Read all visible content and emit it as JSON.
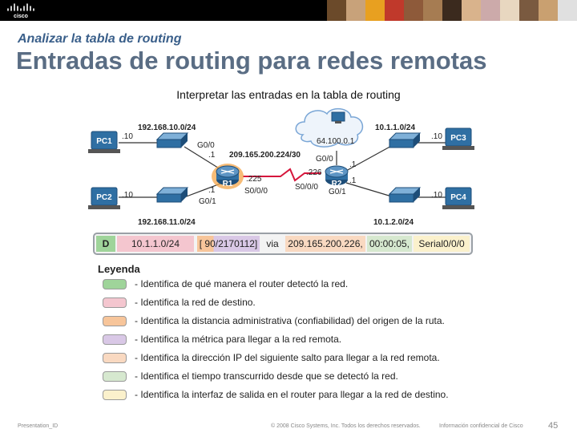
{
  "header": {
    "logo_text": "cisco",
    "photo_colors": [
      "#6b4a2a",
      "#c8a27a",
      "#e8a020",
      "#c0392b",
      "#8e5a3a",
      "#a67c52",
      "#3b2a1e",
      "#d9b38c",
      "#caa",
      "#e8d7c0",
      "#7a5a40",
      "#c9a070",
      "#e0e0e0"
    ]
  },
  "slide": {
    "subtitle": "Analizar la tabla de routing",
    "title": "Entradas de routing para redes remotas",
    "caption": "Interpretar las entradas en la tabla de routing"
  },
  "topology": {
    "pc1": "PC1",
    "pc2": "PC2",
    "pc3": "PC3",
    "pc4": "PC4",
    "r1": "R1",
    "r2": "R2",
    "net_pc1": "192.168.10.0/24",
    "net_pc2": "192.168.11.0/24",
    "net_pc3": "10.1.1.0/24",
    "net_pc4": "10.1.2.0/24",
    "net_wan": "209.165.200.224/30",
    "internet": "64.100.0.1",
    "host_pc1": ".10",
    "host_pc2": ".10",
    "host_pc3": ".10",
    "host_pc4": ".10",
    "r1_g00": "G0/0",
    "r1_g00_ip": ".1",
    "r1_g01": "G0/1",
    "r1_g01_ip": ".1",
    "r1_s000": "S0/0/0",
    "r1_s_ip": ".225",
    "r2_s000": "S0/0/0",
    "r2_s_ip": ".226",
    "r2_g00": "G0/0",
    "r2_g00_ip": ".1",
    "r2_g01": "G0/1",
    "r2_g01_ip": ".1"
  },
  "route_entry": {
    "source": "D",
    "network": "10.1.1.0/24",
    "metrics": "[ 90/2170112]",
    "via": "via",
    "next_hop": "209.165.200.226,",
    "timer": "00:00:05,",
    "interface": "Serial0/0/0"
  },
  "legend": {
    "title": "Leyenda",
    "items": [
      {
        "color": "#9fd49a",
        "text": "- Identifica de qué manera el router detectó la red."
      },
      {
        "color": "#f4c6cf",
        "text": "- Identifica la red de destino."
      },
      {
        "color": "#f7c59a",
        "text": "- Identifica la distancia administrativa (confiabilidad) del origen de la ruta."
      },
      {
        "color": "#d9c8e6",
        "text": "- Identifica la métrica para llegar a la red remota."
      },
      {
        "color": "#f9d9c1",
        "text": "- Identifica la dirección IP del siguiente salto para llegar a la red remota."
      },
      {
        "color": "#d6e8cf",
        "text": "- Identifica el tiempo transcurrido desde que se detectó la red."
      },
      {
        "color": "#fbf1cc",
        "text": "- Identifica la interfaz de salida en el router para llegar a la red de destino."
      }
    ]
  },
  "footer": {
    "left": "Presentation_ID",
    "center": "© 2008 Cisco Systems, Inc. Todos los derechos reservados.",
    "right": "Información confidencial de Cisco",
    "page": "45"
  }
}
